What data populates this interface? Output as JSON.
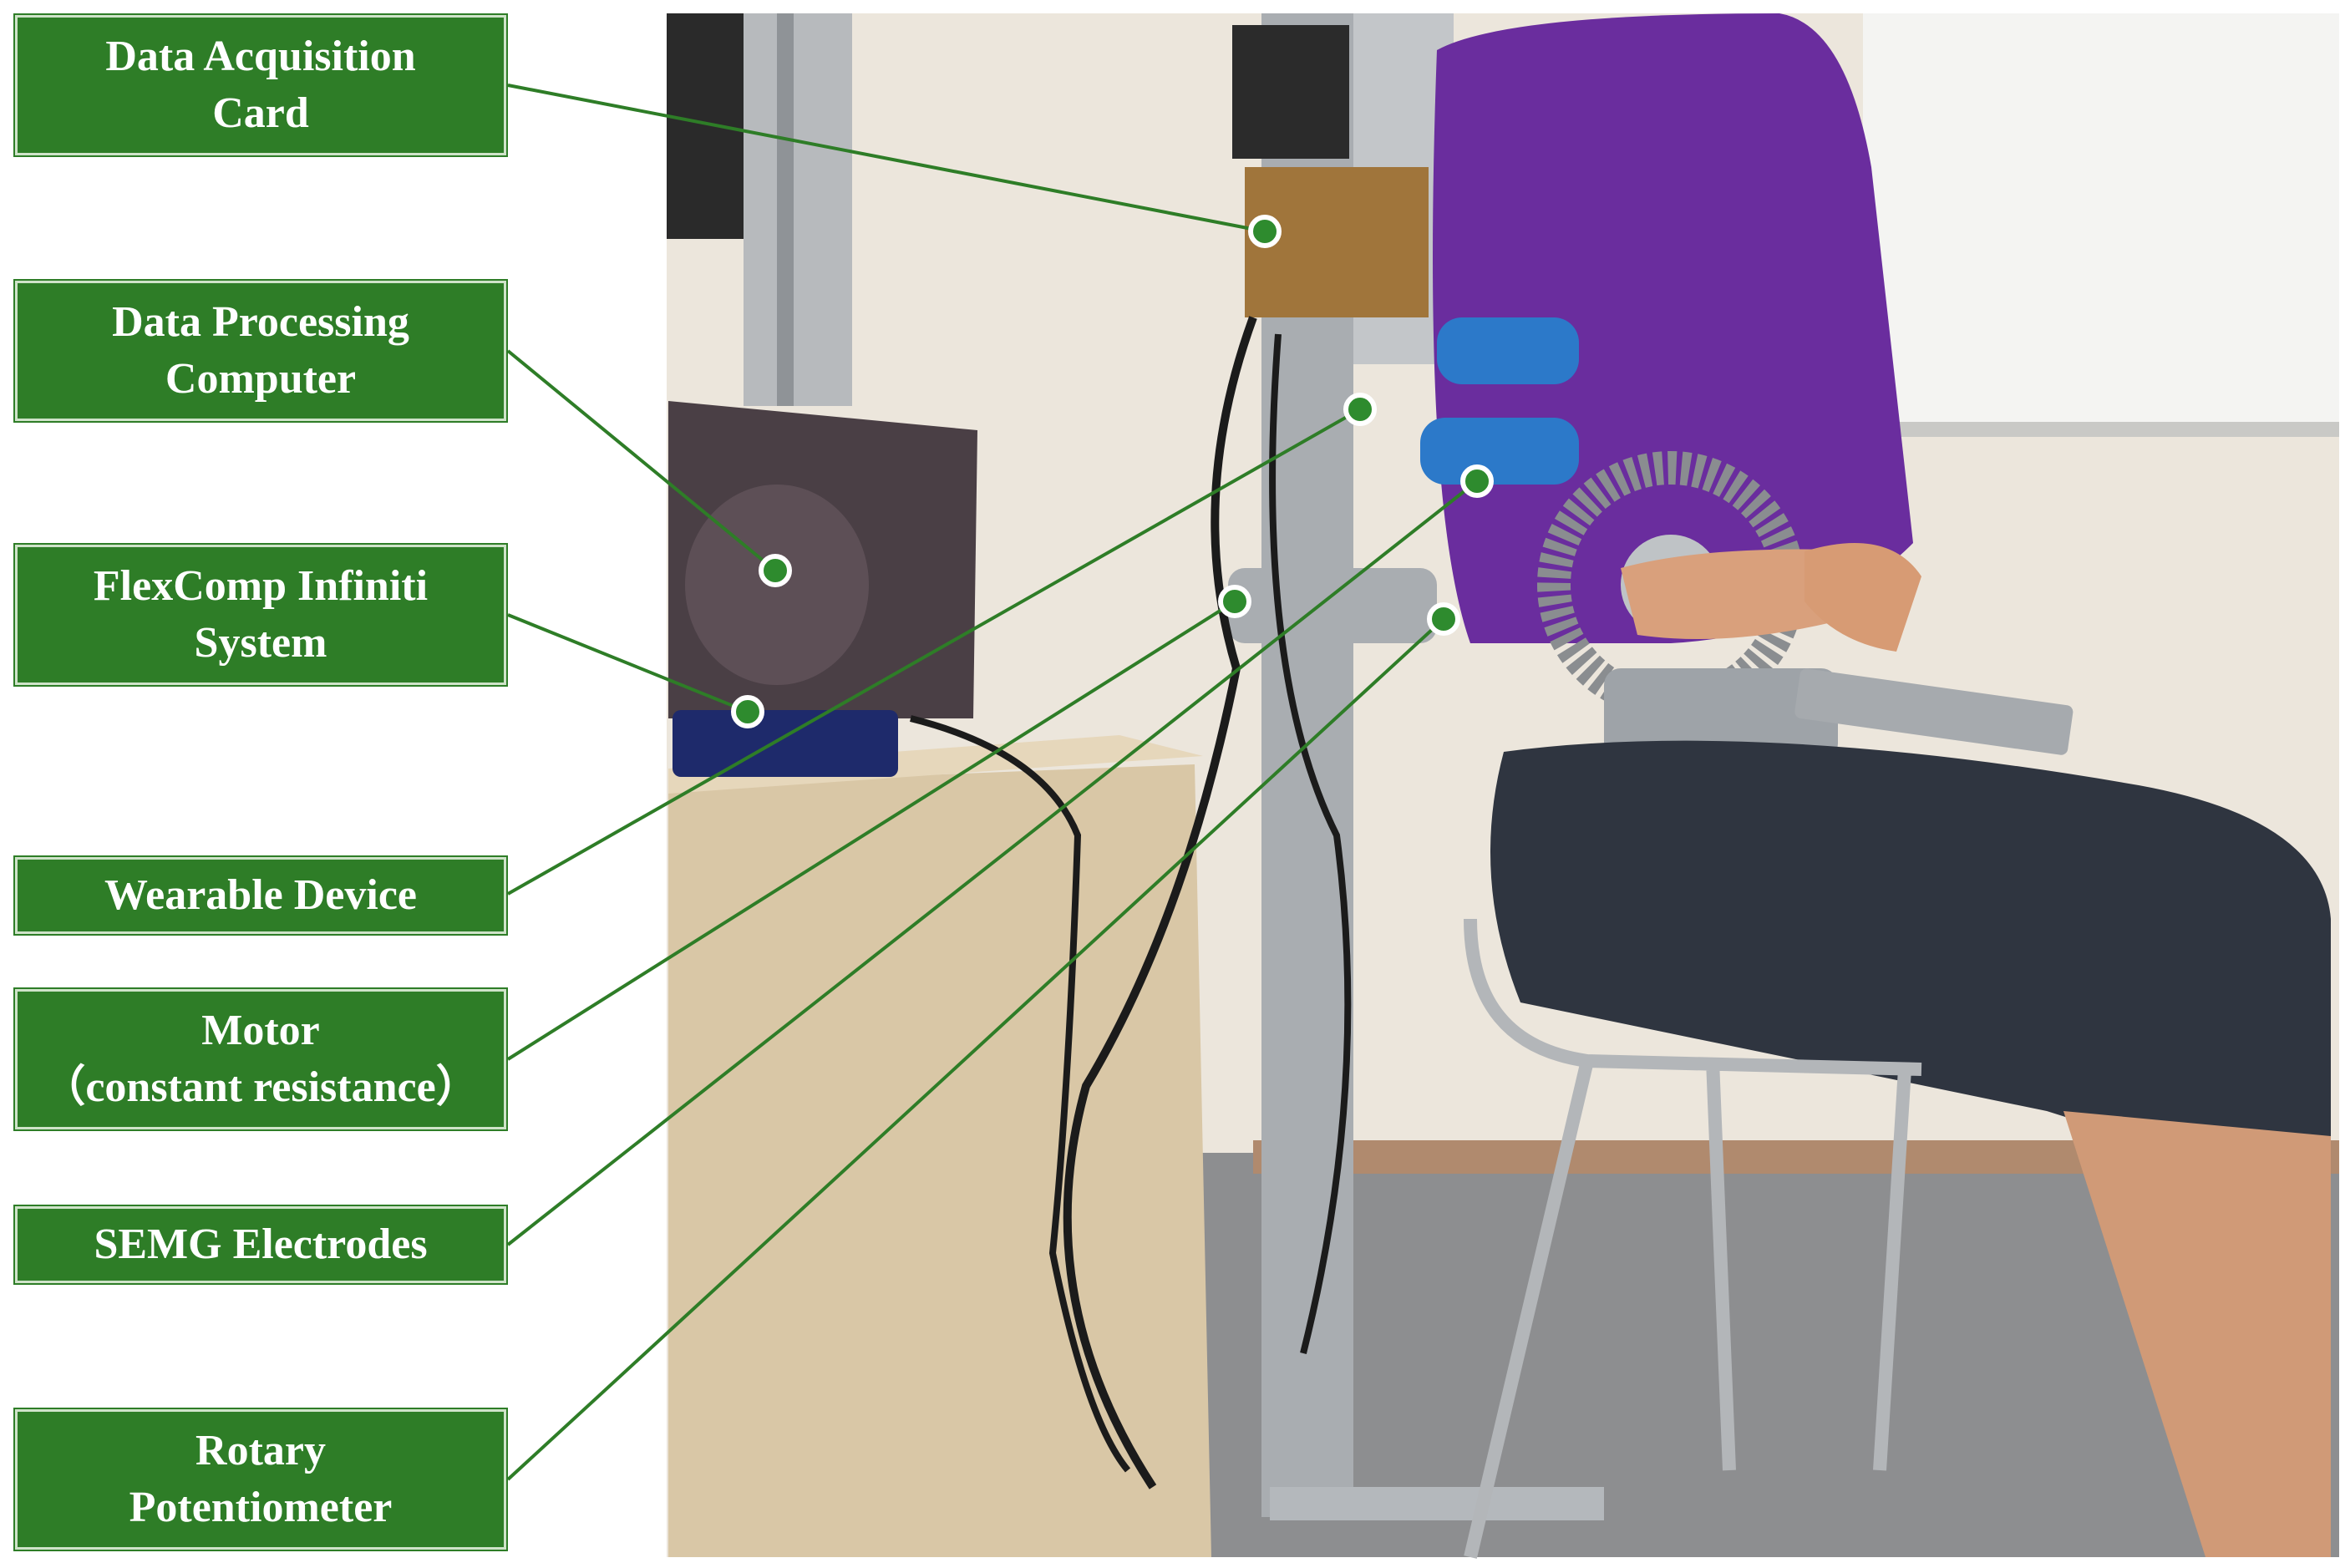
{
  "labels": [
    {
      "id": "data-acquisition-card",
      "text": "Data Acquisition\nCard"
    },
    {
      "id": "data-processing-computer",
      "text": "Data Processing\nComputer"
    },
    {
      "id": "flexcomp-infiniti-system",
      "text": "FlexComp Infiniti\nSystem"
    },
    {
      "id": "wearable-device",
      "text": "Wearable Device"
    },
    {
      "id": "motor",
      "text": "Motor\n（constant resistance）"
    },
    {
      "id": "semg-electrodes",
      "text": "SEMG Electrodes"
    },
    {
      "id": "rotary-potentiometer",
      "text": "Rotary\nPotentiometer"
    }
  ],
  "colors": {
    "label_bg": "#2e7d27",
    "leader_line": "#2e7d27",
    "marker_fill": "#2e8b2e",
    "marker_ring": "#ffffff",
    "shirt": "#6a2d9e",
    "shorts": "#2f3540",
    "wall": "#ece6dc",
    "floor": "#8d8e90",
    "cabinet": "#d9c7a6",
    "laptop": "#4a3f45",
    "metal": "#9ea3a8"
  }
}
